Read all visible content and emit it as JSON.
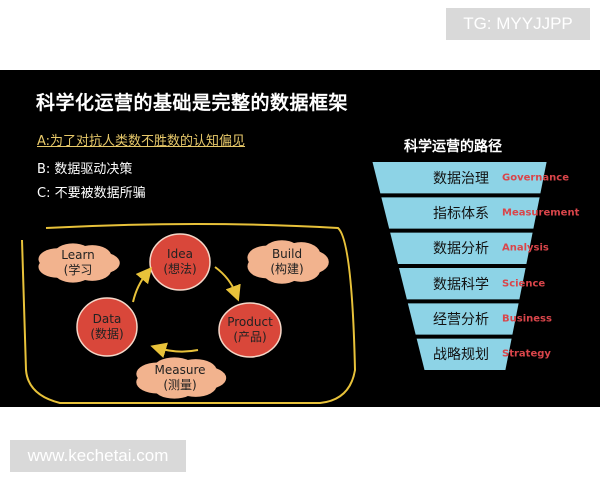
{
  "watermarks": {
    "top_right": "TG: MYYJJPP",
    "bottom_left": "www.kechetai.com"
  },
  "slide": {
    "title": "科学化运营的基础是完整的数据框架",
    "points": [
      "A:为了对抗人类数不胜数的认知偏见",
      "B: 数据驱动决策",
      "C: 不要被数据所骗"
    ],
    "cycle": {
      "nodes": [
        {
          "en": "Idea",
          "zh": "(想法)"
        },
        {
          "en": "Product",
          "zh": "(产品)"
        },
        {
          "en": "Data",
          "zh": "(数据)"
        }
      ],
      "clouds": [
        {
          "en": "Learn",
          "zh": "(学习"
        },
        {
          "en": "Build",
          "zh": "(构建)"
        },
        {
          "en": "Measure",
          "zh": "(测量)"
        }
      ],
      "node_color": "#d9473a",
      "cloud_color": "#f2b38e",
      "frame_color": "#e8c23a"
    },
    "funnel": {
      "title": "科学运营的路径",
      "color": "#8dd3e6",
      "label_color": "#d9454a",
      "layers": [
        {
          "zh": "数据治理",
          "en": "Governance"
        },
        {
          "zh": "指标体系",
          "en": "Measurement"
        },
        {
          "zh": "数据分析",
          "en": "Analysis"
        },
        {
          "zh": "数据科学",
          "en": "Science"
        },
        {
          "zh": "经营分析",
          "en": "Business"
        },
        {
          "zh": "战略规划",
          "en": "Strategy"
        }
      ]
    }
  }
}
